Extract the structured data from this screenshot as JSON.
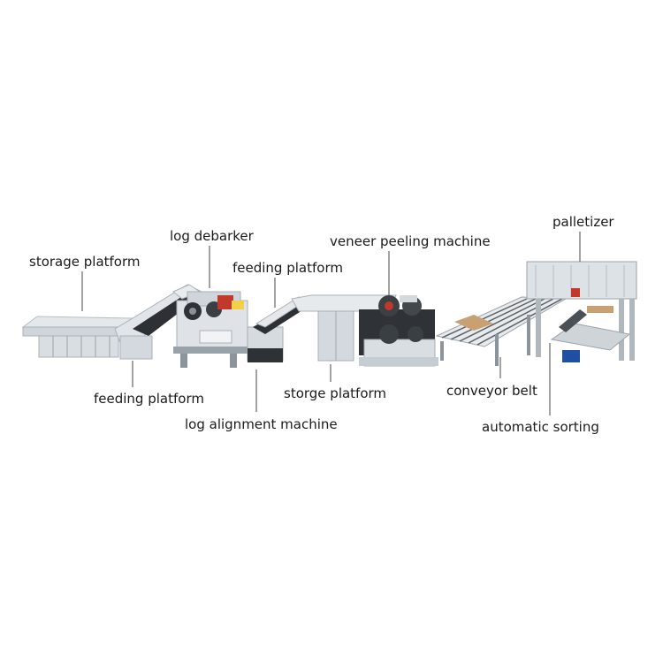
{
  "labels": {
    "storage_platform": "storage platform",
    "log_debarker": "log debarker",
    "feeding_platform_top": "feeding platform",
    "veneer_peeling_machine": "veneer peeling machine",
    "palletizer": "palletizer",
    "feeding_platform_bottom": "feeding platform",
    "log_alignment_machine": "log alignment machine",
    "storge_platform": "storge platform",
    "conveyor_belt": "conveyor belt",
    "automatic_sorting": "automatic sorting"
  },
  "colors": {
    "machine_body": "#d8dde2",
    "machine_dark": "#2e3236",
    "accent_red": "#c0392b",
    "accent_blue": "#1f4fa3",
    "leader_line": "#666666"
  }
}
